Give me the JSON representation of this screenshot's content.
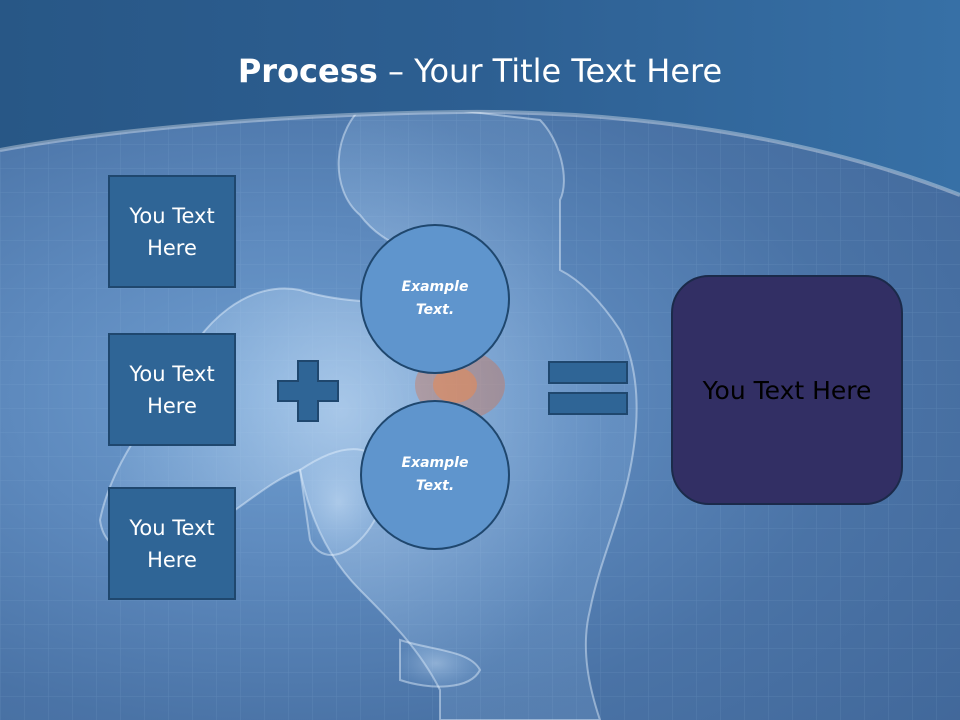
{
  "title": {
    "bold": "Process",
    "rest": " – Your Title Text Here"
  },
  "left_boxes": [
    "You Text Here",
    "You Text Here",
    "You Text Here"
  ],
  "circles": [
    "Example Text.",
    "Example Text."
  ],
  "result": "You Text Here",
  "colors": {
    "header": "#2a5c8f",
    "box": "#2f6596",
    "circle": "#5f95cd",
    "result": "#322f64",
    "operator": "#2f6596"
  },
  "icons": {
    "plus": "plus-icon",
    "equals": "equals-icon"
  }
}
